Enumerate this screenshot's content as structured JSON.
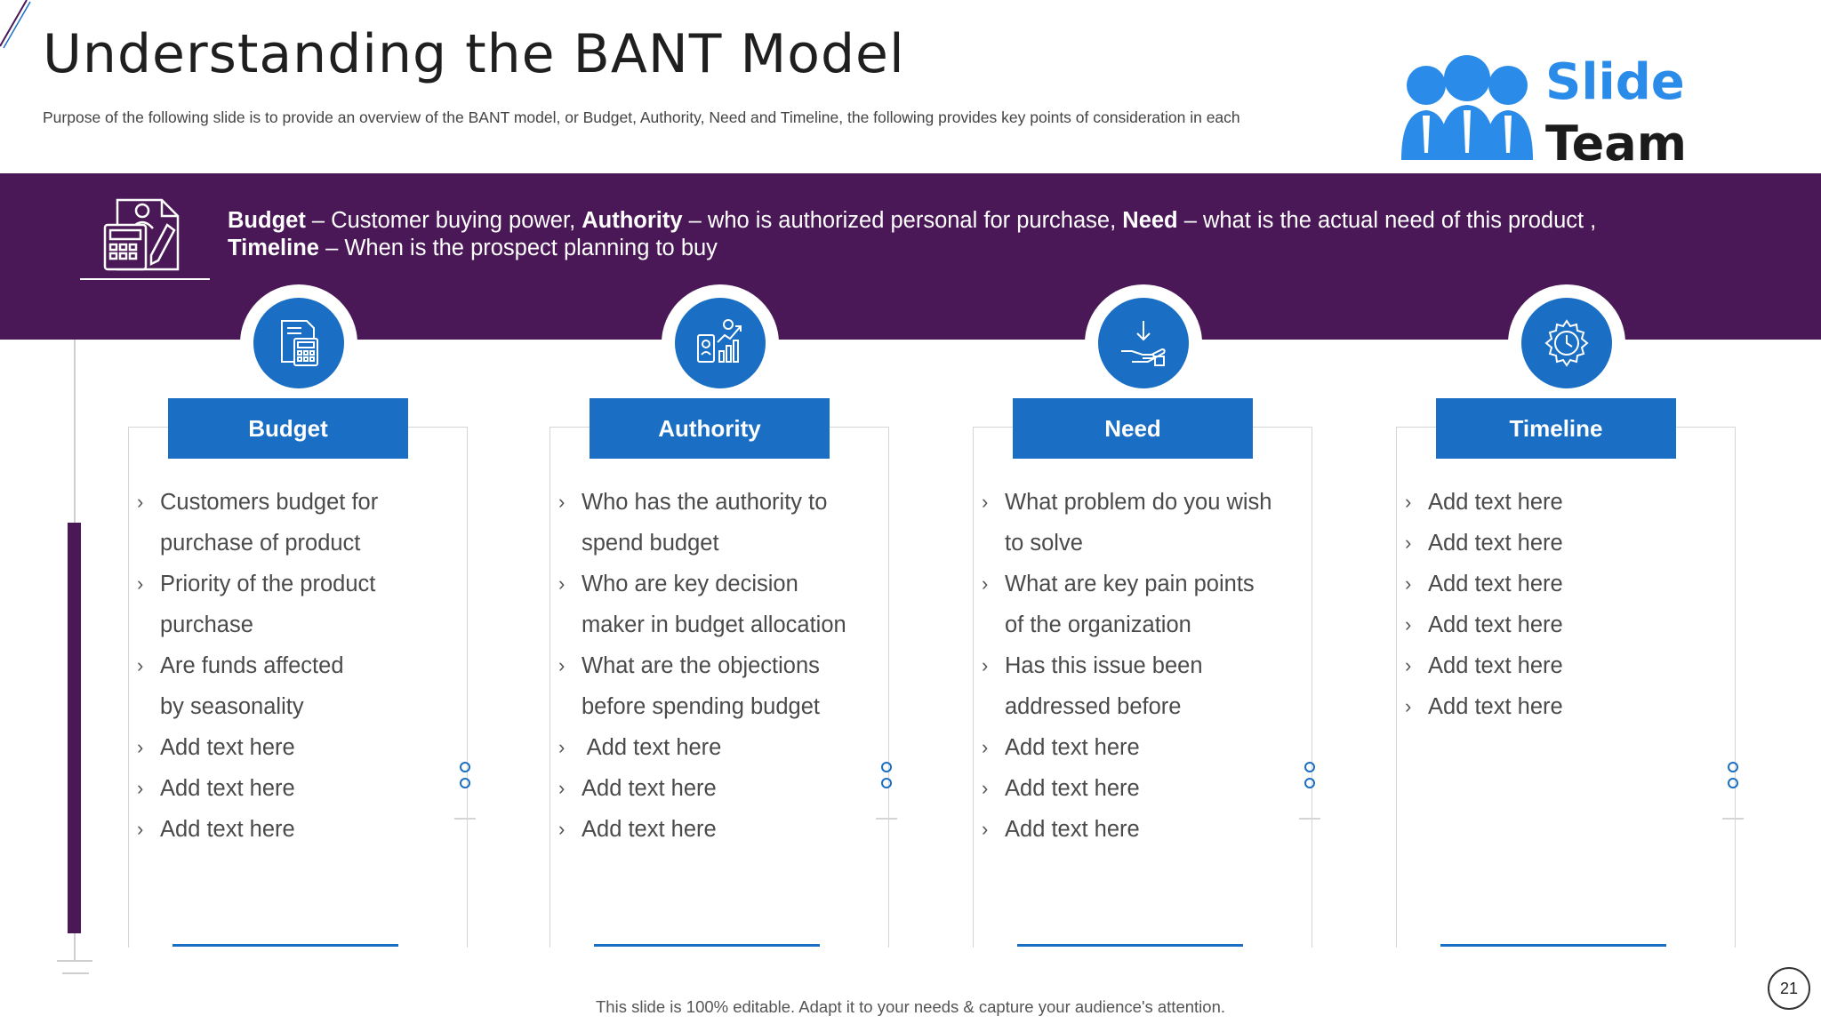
{
  "title": "Understanding the BANT Model",
  "subtitle": "Purpose of the following slide is to provide an overview of the BANT model, or Budget, Authority,  Need and Timeline, the following provides key points of consideration in each",
  "logo": {
    "line1": "Slide",
    "line2": "Team",
    "icon": "people-group-icon"
  },
  "banner": {
    "icon": "calculator-document-icon",
    "parts": [
      {
        "bold": "Budget",
        "text": " – Customer buying power, "
      },
      {
        "bold": "Authority",
        "text": " – who is authorized personal for purchase, "
      },
      {
        "bold": "Need",
        "text": " – what is the actual need of this product , "
      },
      {
        "bold": "Timeline",
        "text": " – When is the prospect planning to buy"
      }
    ]
  },
  "cards": [
    {
      "title": "Budget",
      "icon": "budget-calculator-icon",
      "items": [
        {
          "lines": [
            "Customers budget for",
            "purchase of product"
          ]
        },
        {
          "lines": [
            "Priority of the product",
            "purchase"
          ]
        },
        {
          "lines": [
            "Are funds affected",
            "by seasonality"
          ]
        },
        {
          "lines": [
            "Add text here"
          ]
        },
        {
          "lines": [
            "Add text here"
          ]
        },
        {
          "lines": [
            "Add text here"
          ]
        }
      ]
    },
    {
      "title": "Authority",
      "icon": "growth-chart-icon",
      "items": [
        {
          "lines": [
            "Who has the authority to",
            "spend budget"
          ]
        },
        {
          "lines": [
            "Who are key decision",
            "maker in budget allocation"
          ]
        },
        {
          "lines": [
            "What are the objections",
            "before spending budget"
          ]
        },
        {
          "lines": [
            " Add text here"
          ]
        },
        {
          "lines": [
            "Add text here"
          ]
        },
        {
          "lines": [
            "Add text here"
          ]
        }
      ]
    },
    {
      "title": "Need",
      "icon": "hand-receive-icon",
      "items": [
        {
          "lines": [
            "What problem do you wish",
            "to solve"
          ]
        },
        {
          "lines": [
            "What are key pain points",
            "of the organization"
          ]
        },
        {
          "lines": [
            "Has this issue been",
            "addressed before"
          ]
        },
        {
          "lines": [
            "Add text here"
          ]
        },
        {
          "lines": [
            "Add text here"
          ]
        },
        {
          "lines": [
            "Add text here"
          ]
        }
      ]
    },
    {
      "title": "Timeline",
      "icon": "gear-clock-icon",
      "items": [
        {
          "lines": [
            "Add text here"
          ]
        },
        {
          "lines": [
            "Add text here"
          ]
        },
        {
          "lines": [
            "Add text here"
          ]
        },
        {
          "lines": [
            "Add text here"
          ]
        },
        {
          "lines": [
            "Add text here"
          ]
        },
        {
          "lines": [
            "Add text here"
          ]
        }
      ]
    }
  ],
  "footer": "This slide is 100% editable. Adapt it to your needs & capture your audience's attention.",
  "page_number": "21",
  "colors": {
    "purple": "#4a1856",
    "blue": "#1a6fc4",
    "logo_blue": "#2a8ce8"
  }
}
